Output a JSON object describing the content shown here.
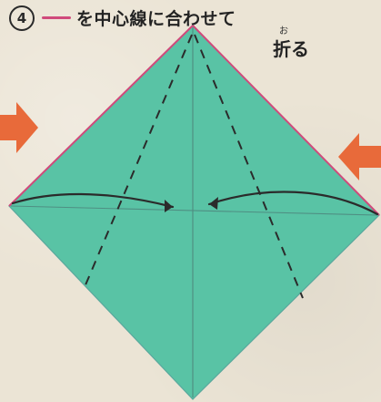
{
  "header": {
    "step_number": "4",
    "instruction_part1": "を中心線に合わせて",
    "instruction_part2": "折る",
    "ruby_text": "お"
  },
  "colors": {
    "paper_background": "#ebe4d5",
    "origami_fill": "#59c3a5",
    "legend_line": "#d04a7b",
    "arrow_orange": "#e86a3a",
    "ink": "#2b2b2b"
  },
  "icons": {
    "left_arrow": "right-arrow-icon",
    "right_arrow": "left-arrow-icon"
  }
}
